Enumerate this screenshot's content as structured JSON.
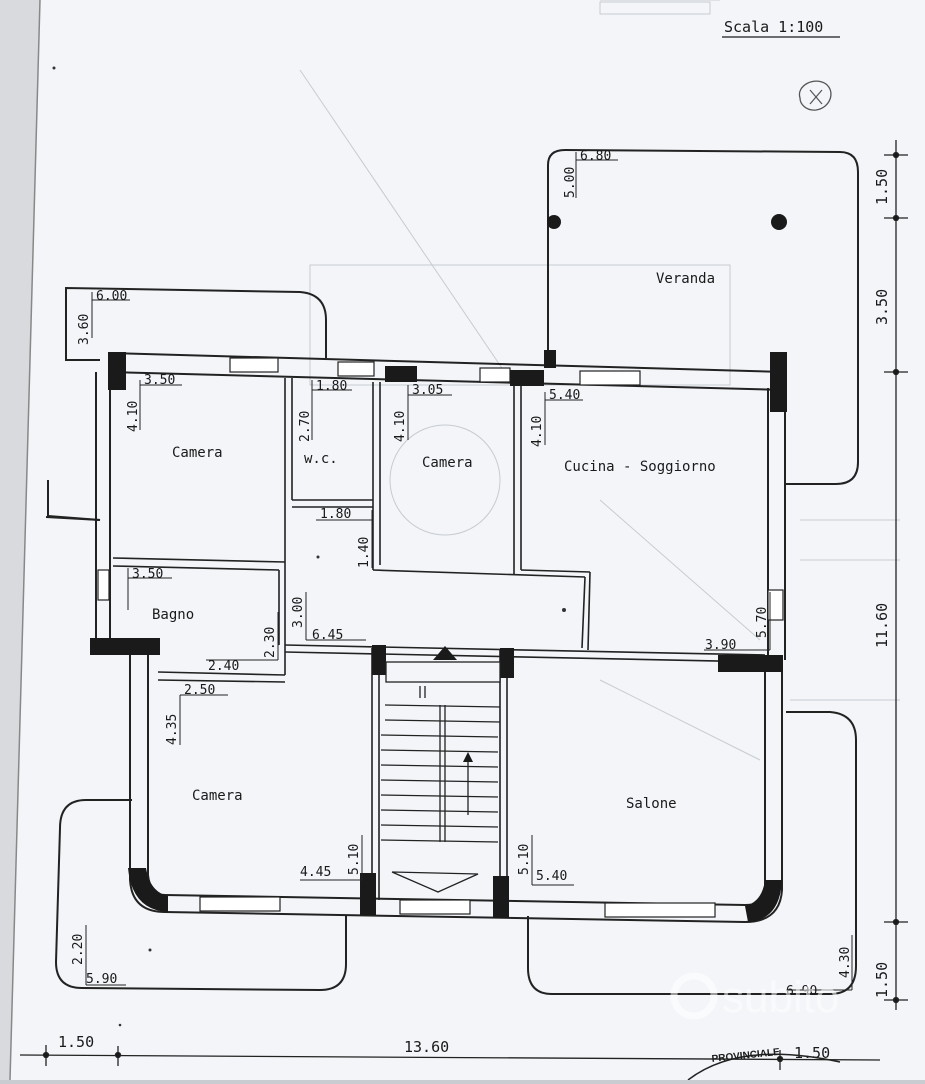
{
  "header": {
    "scale": "Scala 1:100"
  },
  "rooms": {
    "veranda": "Veranda",
    "camera_nw": "Camera",
    "wc": "w.c.",
    "camera_n": "Camera",
    "cucina": "Cucina - Soggiorno",
    "bagno": "Bagno",
    "camera_sw": "Camera",
    "salone": "Salone"
  },
  "dims": {
    "d680": "6.80",
    "d500": "5.00",
    "d600": "6.00",
    "d360": "3.60",
    "d350a": "3.50",
    "d410a": "4.10",
    "d180a": "1.80",
    "d270": "2.70",
    "d305": "3.05",
    "d410b": "4.10",
    "d540a": "5.40",
    "d410c": "4.10",
    "d180b": "1.80",
    "d140": "1.40",
    "d350b": "3.50",
    "d300": "3.00",
    "d230": "2.30",
    "d645": "6.45",
    "d240": "2.40",
    "d570": "5.70",
    "d390": "3.90",
    "d250": "2.50",
    "d435": "4.35",
    "d445": "4.45",
    "d510a": "5.10",
    "d510b": "5.10",
    "d540b": "5.40",
    "d220": "2.20",
    "d590": "5.90",
    "d430": "4.30",
    "d690": "6.90",
    "r150a": "1.50",
    "r350": "3.50",
    "r1160": "11.60",
    "r150b": "1.50",
    "b150a": "1.50",
    "b1360": "13.60",
    "b150b": "1.50"
  },
  "watermark": "subito",
  "stamp": "PROVINCIALE"
}
